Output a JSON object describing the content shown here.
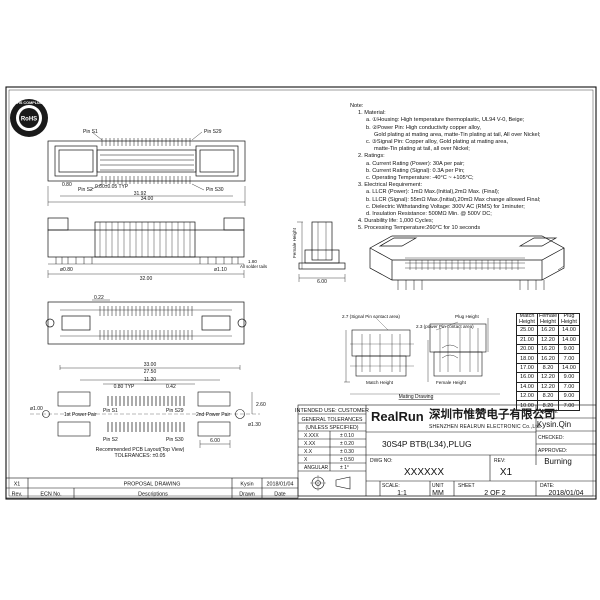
{
  "views": {
    "top": {
      "pin_s1": "Pin S1",
      "pin_s29": "Pin S29",
      "pin_s2": "Pin S2",
      "pin_s30": "Pin S30",
      "dim_pitch": "0.80±0.05 TYP",
      "dim_width": "34.00",
      "dim_inner": "31.92",
      "dim_left": "0.80"
    },
    "front": {
      "dim_left": "ø0.80",
      "dim_total": "32.00",
      "dim_right": "ø1.10",
      "dim_height": "1.80",
      "solder_label": "All solder tails"
    },
    "side": {
      "female_height": "Female Height",
      "dim_base": "6.00"
    },
    "bottom": {
      "dim_offset": "0.22"
    },
    "pcb": {
      "dim_33": "33.00",
      "dim_2750": "27.50",
      "dim_1120": "11.20",
      "dim_080": "0.80 TYP",
      "dim_042": "0.42",
      "dim_100": "ø1.00",
      "dim_130": "ø1.30",
      "dim_260": "2.60",
      "dim_600": "6.00",
      "label_1st_power": "1st Power Pair",
      "label_2nd_power": "2nd Power Pair",
      "pin_s1": "Pin S1",
      "pin_s29": "Pin S29",
      "pin_s2": "Pin S2",
      "pin_s30": "Pin S30",
      "title": "Recommended PCB Layout(Top View)",
      "tolerance": "TOLERANCES: ±0.05"
    },
    "mating": {
      "signal_pin": "2.7 (Signal Pin contact area)",
      "power_pin": "2.3 (power Pin contact area)",
      "plug_height": "Plug Height",
      "match_height": "Match Height",
      "female_height": "Female Height",
      "title": "Mating Drawing"
    }
  },
  "notes": {
    "title": "Note:",
    "lines": [
      {
        "indent": 1,
        "text": "1. Material:"
      },
      {
        "indent": 2,
        "text": "a. ①Housing: High temperature thermoplastic, UL94 V-0, Beige;"
      },
      {
        "indent": 2,
        "text": "b. ②Power Pin: High conductivity copper alloy,"
      },
      {
        "indent": 3,
        "text": "Gold plating at mating area, matte-Tin plating at tail, All over Nickel;"
      },
      {
        "indent": 2,
        "text": "c. ③Signal Pin: Copper alloy, Gold plating at mating area,"
      },
      {
        "indent": 3,
        "text": "matte-Tin plating at tail, all over Nickel;"
      },
      {
        "indent": 1,
        "text": "2. Ratings:"
      },
      {
        "indent": 2,
        "text": "a. Current Rating (Power): 30A per pair;"
      },
      {
        "indent": 2,
        "text": "b. Current Rating (Signal): 0.3A per Pin;"
      },
      {
        "indent": 2,
        "text": "c. Operating Temperature: -40°C ~ +105°C;"
      },
      {
        "indent": 1,
        "text": "3. Electrical Requirement:"
      },
      {
        "indent": 2,
        "text": "a. LLCR (Power): 1mΩ Max.(Initial),2mΩ Max. (Final);"
      },
      {
        "indent": 2,
        "text": "b. LLCR (Signal): 55mΩ Max.(Initial),20mΩ Max change allowed Final;"
      },
      {
        "indent": 2,
        "text": "c. Dielectric Withstanding Voltage: 300V AC (RMS) for 1minuter;"
      },
      {
        "indent": 2,
        "text": "d. Insulation Resistance: 500MΩ Min. @ 500V DC;"
      },
      {
        "indent": 1,
        "text": "4. Durability life: 1,000 Cycles;"
      },
      {
        "indent": 1,
        "text": "5. Processing Temperature:260°C for 10 seconds"
      }
    ]
  },
  "height_table": {
    "headers": [
      "Match Height",
      "Female Height",
      "Plug Height"
    ],
    "rows": [
      [
        "25.00",
        "16.20",
        "14.00"
      ],
      [
        "21.00",
        "12.20",
        "14.00"
      ],
      [
        "20.00",
        "16.20",
        "9.00"
      ],
      [
        "18.00",
        "16.20",
        "7.00"
      ],
      [
        "17.00",
        "8.20",
        "14.00"
      ],
      [
        "16.00",
        "12.20",
        "9.00"
      ],
      [
        "14.00",
        "12.20",
        "7.00"
      ],
      [
        "12.00",
        "8.20",
        "9.00"
      ],
      [
        "10.00",
        "8.20",
        "7.00"
      ]
    ]
  },
  "title_block": {
    "intended_use": "INTENDED USE: CUSTOMER",
    "general_tol": "GENERAL TOLERANCES",
    "unless": "(UNLESS SPECIFIED)",
    "tolerances": [
      [
        "X.XXX",
        "± 0.10"
      ],
      [
        "X.XX",
        "± 0.20"
      ],
      [
        "X.X",
        "± 0.30"
      ],
      [
        "X",
        "± 0.50"
      ],
      [
        "ANGULAR",
        "± 1°"
      ]
    ],
    "company_en": "RealRun",
    "company_cn": "深圳市惟赞电子有限公司",
    "company_full": "SHENZHEN REALRUN ELECTRONIC Co.,Ltd.",
    "drawn_label": "DRAWN:",
    "drawn_value": "Kysin.Qin",
    "checked_label": "CHECKED:",
    "approved_label": "APPROVED:",
    "approved_value": "Burning",
    "part_title": "30S4P  BTB(L34),PLUG",
    "dwg_no_label": "DWG NO:",
    "dwg_no_value": "XXXXXX",
    "rev_label": "REV:",
    "rev_value": "X1",
    "scale_label": "SCALE:",
    "scale_value": "1:1",
    "unit_label": "UNIT",
    "unit_value": "MM",
    "sheet_label": "SHEET",
    "sheet_value": "2  OF  2",
    "date_label": "DATE:",
    "date_value": "2018/01/04"
  },
  "revision_table": {
    "row": [
      "X1",
      "PROPOSAL DRAWING",
      "Kysin",
      "2018/01/04"
    ],
    "headers": [
      "Rev.",
      "ECN No.",
      "Descriptions",
      "Drawn",
      "Date"
    ]
  },
  "stamp": {
    "top_text": "RoHS COMPLIANT",
    "center_text": "RoHS"
  },
  "colors": {
    "line": "#111111",
    "stamp_fill": "#1a1a1a"
  }
}
